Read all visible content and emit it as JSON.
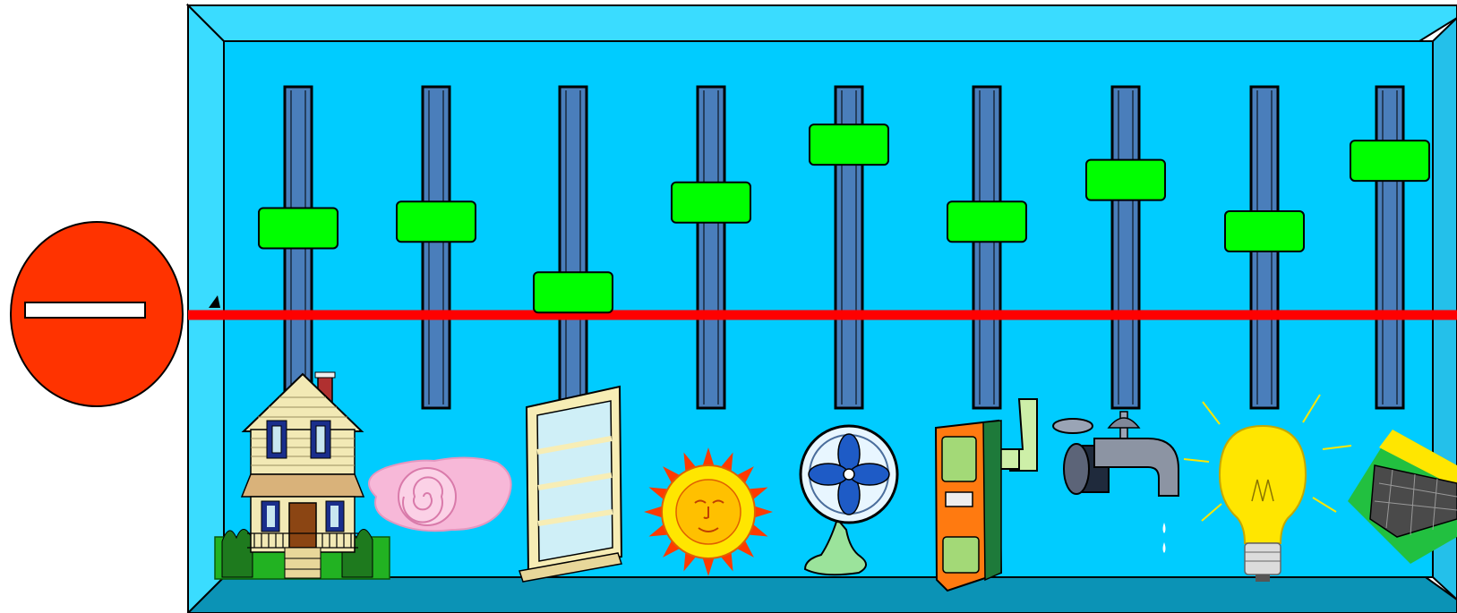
{
  "colors": {
    "panel_fill": "#00CCFF",
    "frame_light": "#3ADCFF",
    "frame_side": "#24C0EA",
    "frame_dark": "#0B93B6",
    "track": "#4A7EBB",
    "thumb": "#00FF00",
    "baseline": "#FF0000",
    "minus_button": "#FF3300"
  },
  "minus_button": {
    "icon": "minus-icon"
  },
  "sliders": [
    {
      "id": "house",
      "icon": "house-icon",
      "level": 0.56
    },
    {
      "id": "insulation",
      "icon": "insulation-roll-icon",
      "level": 0.58
    },
    {
      "id": "window",
      "icon": "window-icon",
      "level": 0.36
    },
    {
      "id": "sun",
      "icon": "sun-icon",
      "level": 0.64
    },
    {
      "id": "fan",
      "icon": "fan-icon",
      "level": 0.82
    },
    {
      "id": "water-heater",
      "icon": "water-heater-icon",
      "level": 0.58
    },
    {
      "id": "faucet",
      "icon": "faucet-icon",
      "level": 0.71
    },
    {
      "id": "light-bulb",
      "icon": "light-bulb-icon",
      "level": 0.55
    },
    {
      "id": "solar-panel",
      "icon": "solar-panel-icon",
      "level": 0.77
    }
  ]
}
